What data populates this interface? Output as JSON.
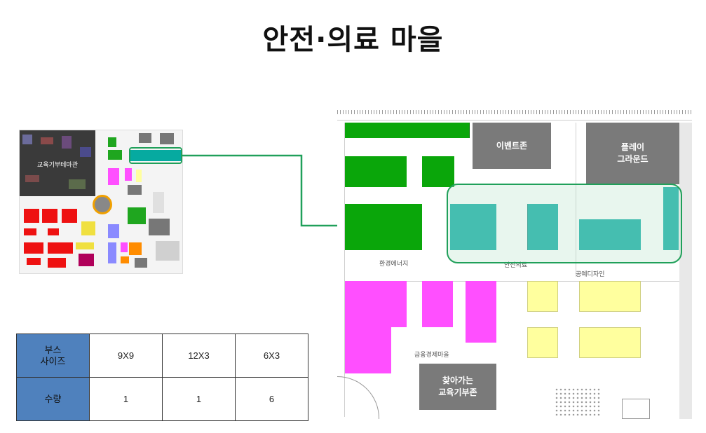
{
  "page_title": "안전·의료 마을",
  "overview_map": {
    "hall_label": "교육기부테마관"
  },
  "booth_table": {
    "header_label": "부스\n사이즈",
    "sizes": [
      "9X9",
      "12X3",
      "6X3"
    ],
    "quantity_label": "수량",
    "quantities": [
      "1",
      "1",
      "6"
    ]
  },
  "detail_map": {
    "zones": {
      "event_zone": "이벤트존",
      "playground": "플레이\n그라운드",
      "visiting_zone": "찾아가는\n교육기부존"
    },
    "area_labels": {
      "environment": "환경에너지",
      "safety_medical": "안전의료",
      "craft_design": "공예디자인",
      "finance_economy": "금융경제마을"
    }
  },
  "colors": {
    "green_booth": "#0aa60a",
    "teal_booth": "#06aaa0",
    "magenta_booth": "#ff4fff",
    "yellow_booth": "#ffff9e",
    "gray_zone": "#7a7a7a",
    "highlight": "#20a05a",
    "table_header": "#4f81bd"
  }
}
